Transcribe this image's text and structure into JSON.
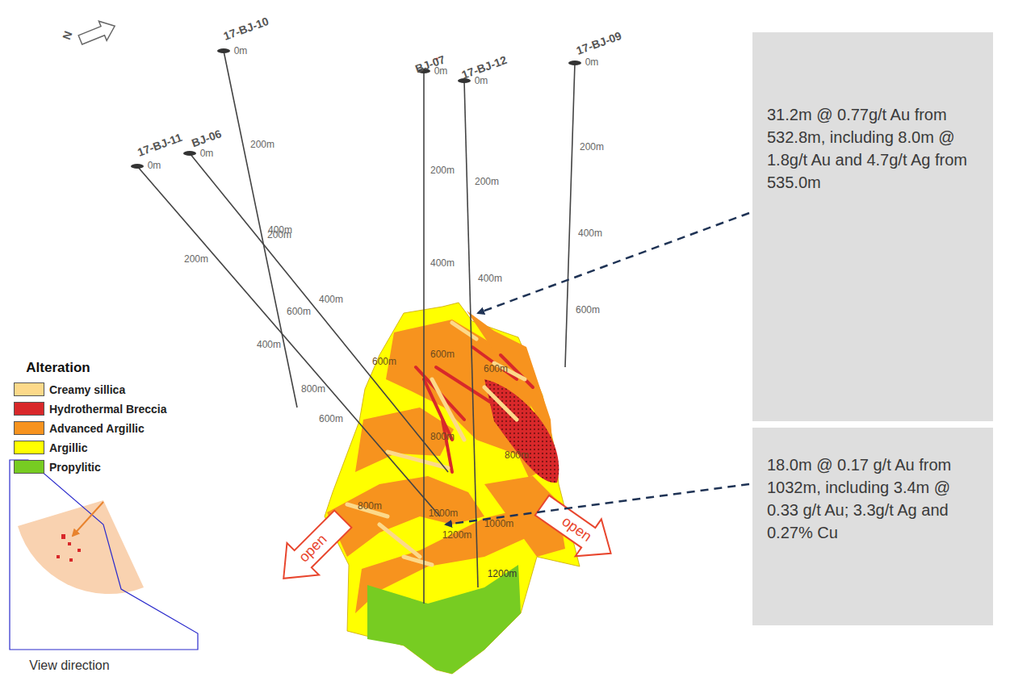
{
  "diagram": {
    "nodes": [
      {
        "text": [
          "31.2m @ 0.77g/t Au from 532.8m, including 8.0m @ 1.8g/t Au and 4.7g/t Ag from 535.0m"
        ]
      },
      {
        "text": [
          "18.0m @ 0.17 g/t Au from 1032m, including 3.4m @ 0.33 g/t Au; 3.3g/t Ag and 0.27% Cu"
        ]
      }
    ],
    "labels": [
      "N",
      "17-BJ-10",
      "BJ-07",
      "17-BJ-12",
      "17-BJ-09",
      "17-BJ-11",
      "BJ-06",
      "0m",
      "0m",
      "0m",
      "0m",
      "0m",
      "0m",
      "200m",
      "400m",
      "600m",
      "800m",
      "200m",
      "400m",
      "600m",
      "200m",
      "400m",
      "600m",
      "200m",
      "400m",
      "200m",
      "400m",
      "200m",
      "400m",
      "600m",
      "600m",
      "600m",
      "800m",
      "800m",
      "800m",
      "1000m",
      "1000m",
      "1200m",
      "1200m",
      "open",
      "open",
      "Alteration",
      "View direction"
    ],
    "legend": [
      {
        "text": "Creamy sillica",
        "color": "#fcd98a"
      },
      {
        "text": "Hydrothermal Breccia",
        "color": "#d8282a"
      },
      {
        "text": "Advanced Argillic",
        "color": "#f7931e"
      },
      {
        "text": "Argillic",
        "color": "#ffff00"
      },
      {
        "text": "Propylitic",
        "color": "#77cc22"
      }
    ]
  }
}
